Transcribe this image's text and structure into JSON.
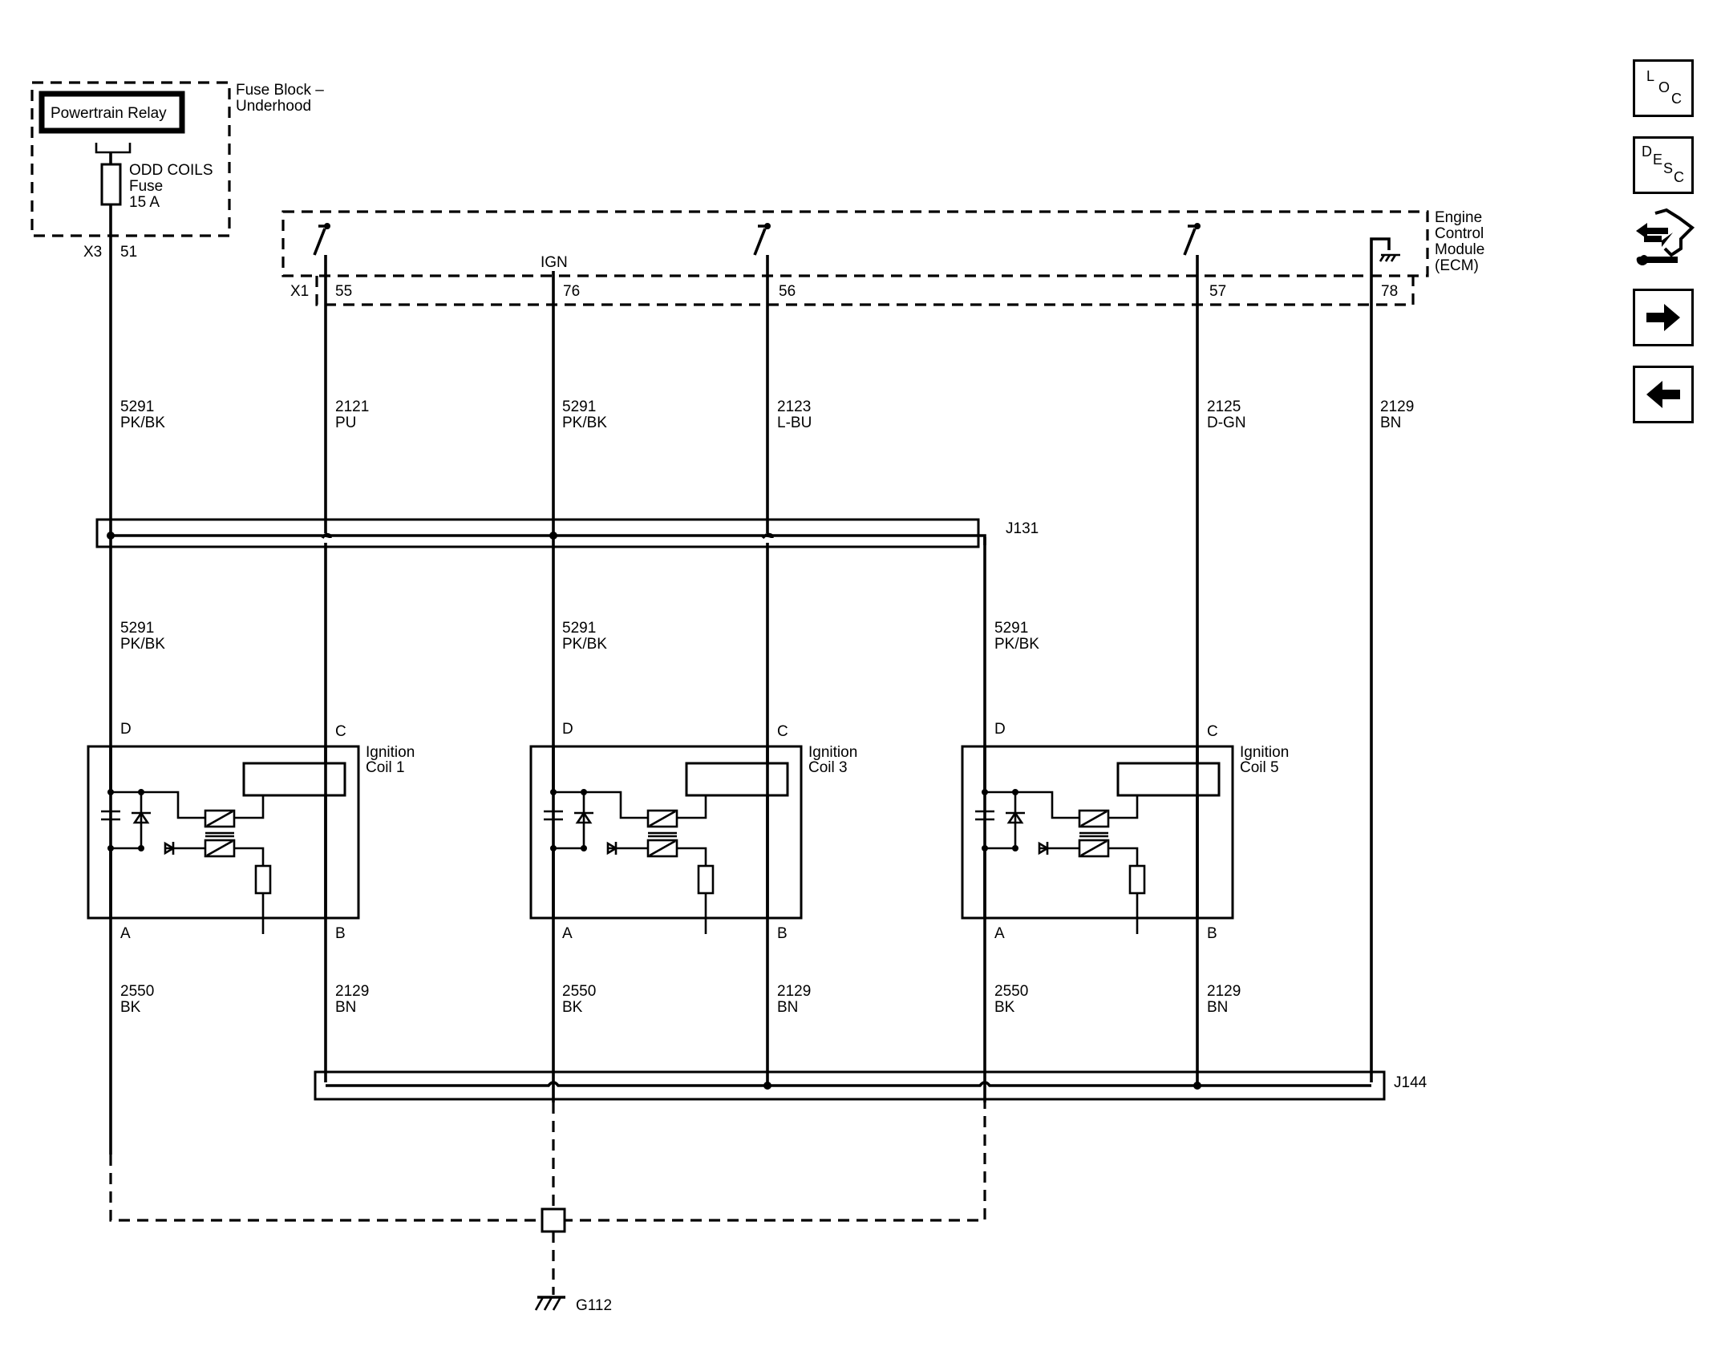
{
  "fuse_block": {
    "relay_label": "Powertrain Relay",
    "title_line1": "Fuse Block –",
    "title_line2": "Underhood",
    "fuse_line1": "ODD COILS",
    "fuse_line2": "Fuse",
    "fuse_line3": "15 A",
    "connector": "X3",
    "pin": "51"
  },
  "ecm": {
    "title_line1": "Engine",
    "title_line2": "Control",
    "title_line3": "Module",
    "title_line4": "(ECM)",
    "connector": "X1",
    "ign_label": "IGN",
    "pins": [
      "55",
      "76",
      "56",
      "57",
      "78"
    ]
  },
  "wires_upper": [
    {
      "circuit": "5291",
      "color": "PK/BK"
    },
    {
      "circuit": "2121",
      "color": "PU"
    },
    {
      "circuit": "5291",
      "color": "PK/BK"
    },
    {
      "circuit": "2123",
      "color": "L-BU"
    },
    {
      "circuit": "2125",
      "color": "D-GN"
    },
    {
      "circuit": "2129",
      "color": "BN"
    }
  ],
  "splices": {
    "upper": "J131",
    "lower": "J144"
  },
  "wires_mid": [
    {
      "circuit": "5291",
      "color": "PK/BK"
    },
    {
      "circuit": "5291",
      "color": "PK/BK"
    },
    {
      "circuit": "5291",
      "color": "PK/BK"
    }
  ],
  "coils": [
    {
      "name_line1": "Ignition",
      "name_line2": "Coil 1",
      "pin_d": "D",
      "pin_c": "C",
      "pin_a": "A",
      "pin_b": "B"
    },
    {
      "name_line1": "Ignition",
      "name_line2": "Coil 3",
      "pin_d": "D",
      "pin_c": "C",
      "pin_a": "A",
      "pin_b": "B"
    },
    {
      "name_line1": "Ignition",
      "name_line2": "Coil 5",
      "pin_d": "D",
      "pin_c": "C",
      "pin_a": "A",
      "pin_b": "B"
    }
  ],
  "wires_lower": [
    {
      "circuit": "2550",
      "color": "BK"
    },
    {
      "circuit": "2129",
      "color": "BN"
    },
    {
      "circuit": "2550",
      "color": "BK"
    },
    {
      "circuit": "2129",
      "color": "BN"
    },
    {
      "circuit": "2550",
      "color": "BK"
    },
    {
      "circuit": "2129",
      "color": "BN"
    }
  ],
  "ground": {
    "label": "G112"
  },
  "nav": {
    "loc": {
      "l1": "L",
      "l2": "O",
      "l3": "C"
    },
    "desc": {
      "l1": "D",
      "l2": "E",
      "l3": "S",
      "l4": "C"
    },
    "icons": [
      "loc-icon",
      "desc-icon",
      "connector-repair-icon",
      "next-arrow-icon",
      "back-arrow-icon"
    ]
  }
}
